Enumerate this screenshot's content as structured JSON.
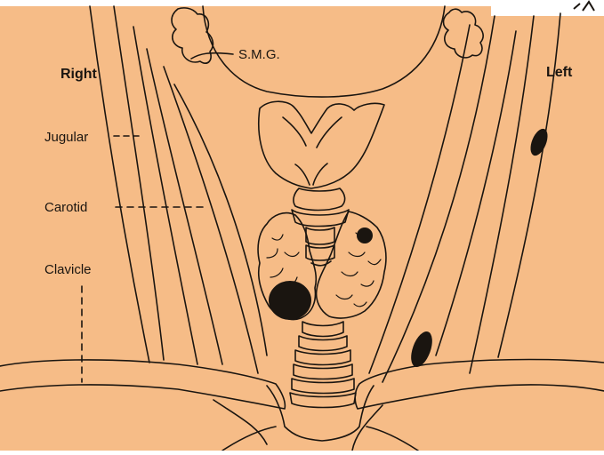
{
  "colors": {
    "background": "#F6BC87",
    "ink": "#1a1510",
    "tissue": "#F6BC87"
  },
  "labels": {
    "right": "Right",
    "left": "Left",
    "smg": "S.M.G.",
    "jugular": "Jugular",
    "carotid": "Carotid",
    "clavicle": "Clavicle"
  }
}
